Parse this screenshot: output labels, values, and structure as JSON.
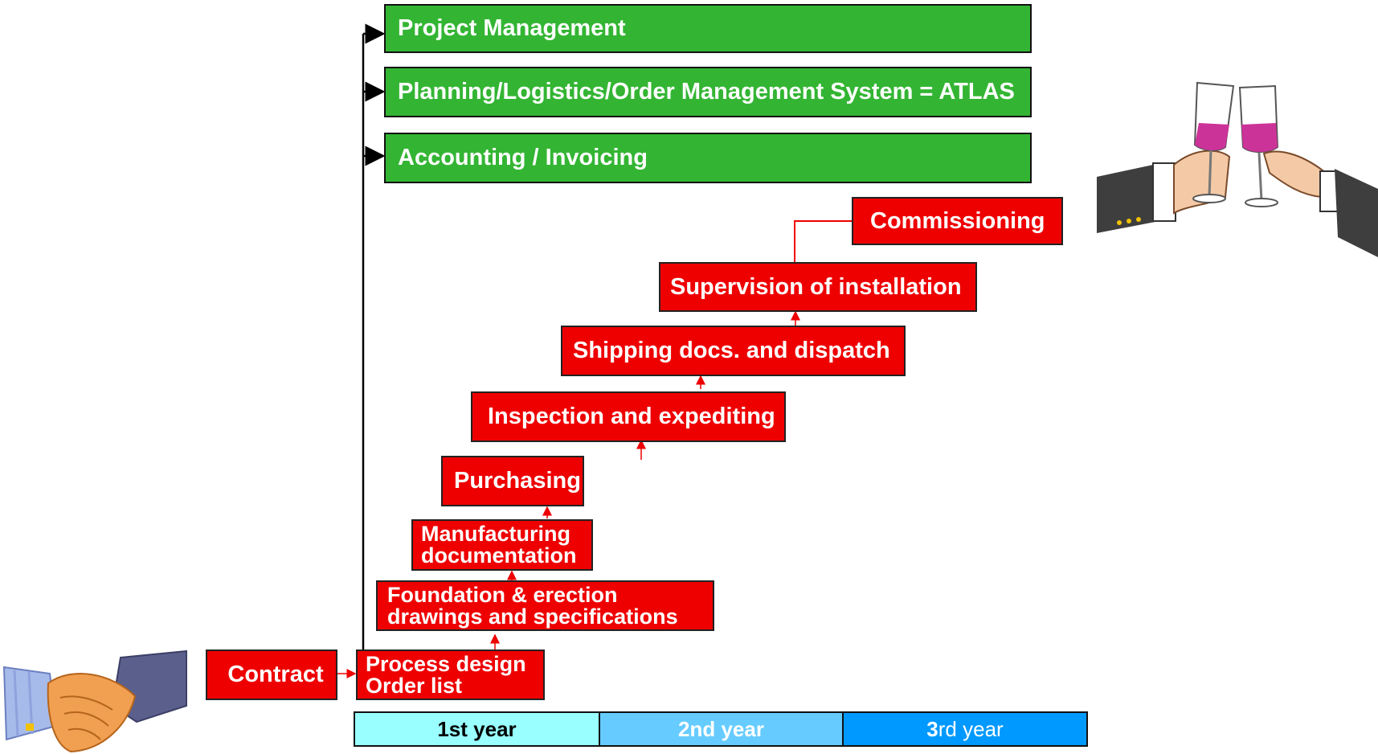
{
  "support_functions": [
    {
      "label": "Project Management"
    },
    {
      "label": "Planning/Logistics/Order Management System = ATLAS"
    },
    {
      "label": "Accounting / Invoicing"
    }
  ],
  "contract": {
    "label": "Contract"
  },
  "steps": [
    {
      "lines": [
        "Process design",
        "Order list"
      ]
    },
    {
      "lines": [
        "Foundation & erection",
        "drawings and specifications"
      ]
    },
    {
      "lines": [
        "Manufacturing",
        "documentation"
      ]
    },
    {
      "lines": [
        "Purchasing"
      ]
    },
    {
      "lines": [
        "Inspection and expediting"
      ]
    },
    {
      "lines": [
        "Shipping docs. and dispatch"
      ]
    },
    {
      "lines": [
        "Supervision of installation"
      ]
    },
    {
      "lines": [
        "Commissioning"
      ]
    }
  ],
  "timeline": [
    {
      "bold": "1st year",
      "rest": "",
      "bg": "#99ffff",
      "color": "#000000"
    },
    {
      "bold": "2nd year",
      "rest": "",
      "bg": "#66ccff",
      "color": "#ffffff"
    },
    {
      "bold": "3",
      "rest": "rd year",
      "bg": "#0099ff",
      "color": "#ffffff"
    }
  ],
  "colors": {
    "support": "#33b533",
    "step": "#ee0000",
    "connector": "#000000"
  }
}
